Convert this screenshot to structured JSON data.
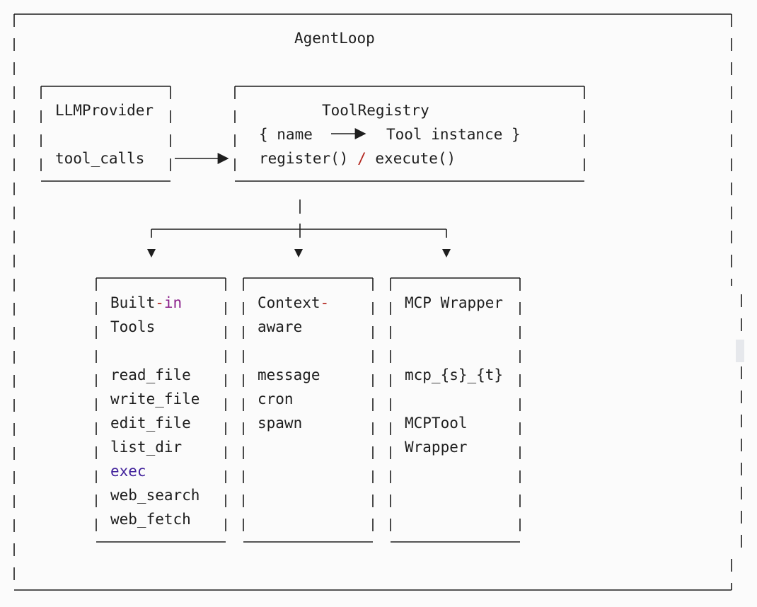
{
  "outer": {
    "title": "AgentLoop"
  },
  "provider": {
    "title": "LLMProvider",
    "field": "tool_calls"
  },
  "registry": {
    "title": "ToolRegistry",
    "map_open": "{ name",
    "map_close": "Tool instance }",
    "methods_a": "register()",
    "methods_sep": "/",
    "methods_b": "execute()"
  },
  "builtin": {
    "title_a": "Built",
    "title_dash": "-",
    "title_b": "in",
    "title_line2": "Tools",
    "items": [
      "read_file",
      "write_file",
      "edit_file",
      "list_dir",
      "exec",
      "web_search",
      "web_fetch"
    ]
  },
  "context": {
    "title_a": "Context",
    "title_dash": "-",
    "title_line2": "aware",
    "items": [
      "message",
      "cron",
      "spawn"
    ]
  },
  "mcp": {
    "title": "MCP Wrapper",
    "name_pattern": "mcp_{s}_{t}",
    "class_line1": "MCPTool",
    "class_line2": "Wrapper"
  },
  "colors": {
    "ink": "#1e1e1e",
    "keyword_in": "#8a1f8a",
    "keyword_exec": "#3f1f9a",
    "separator": "#b2261e",
    "background": "#fbfbfb"
  }
}
